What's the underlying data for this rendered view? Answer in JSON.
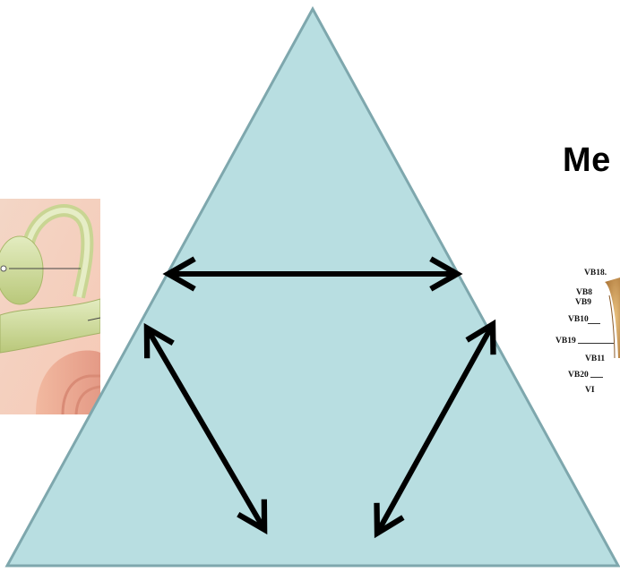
{
  "heading": {
    "text": "Me"
  },
  "diagram": {
    "shape": "triangle",
    "fill_color": "#b8dee1",
    "stroke_color": "#7ea7ad",
    "arrow_color": "#000000",
    "arrows": [
      "double-headed-horizontal",
      "double-headed-left-diagonal",
      "double-headed-right-diagonal"
    ]
  },
  "ear_image": {
    "icon": "inner-ear-anatomy-image"
  },
  "acupoints": {
    "labels": [
      "VB18.",
      "VB8",
      "VB9",
      "VB10",
      "VB19",
      "VB11",
      "VB20",
      "VI"
    ]
  }
}
